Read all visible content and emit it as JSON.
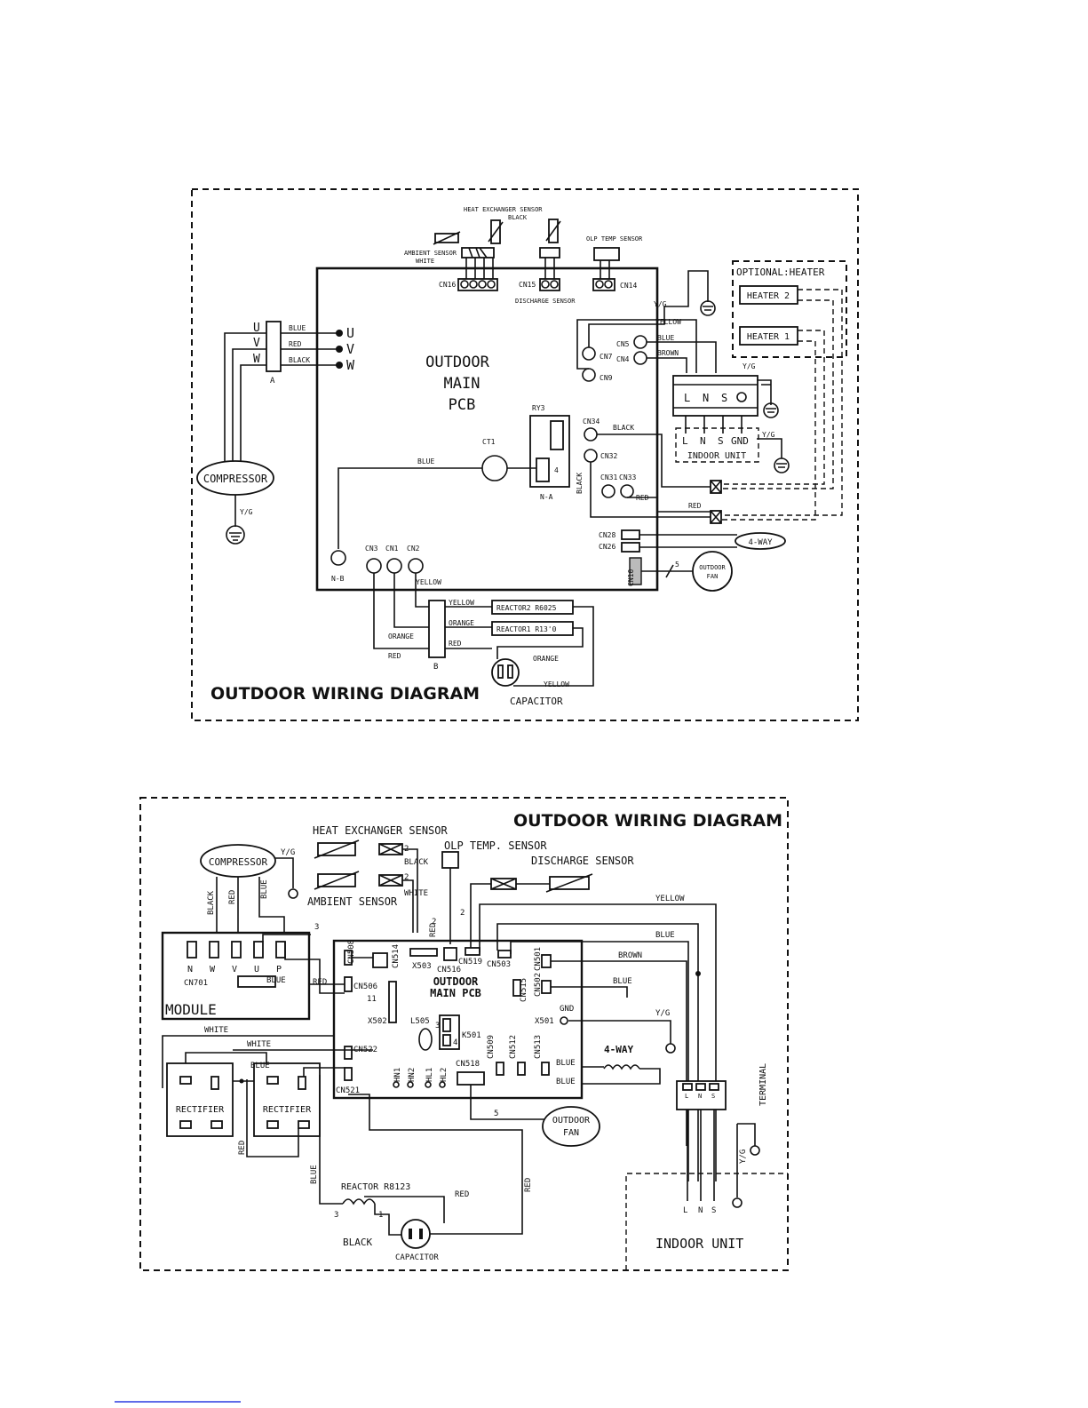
{
  "diagram1": {
    "title": "OUTDOOR WIRING DIAGRAM",
    "pcb": [
      "OUTDOOR",
      "MAIN",
      "PCB"
    ],
    "labels": {
      "hx_sensor": "HEAT EXCHANGER SENSOR",
      "hx_black": "BLACK",
      "ambient": "AMBIENT SENSOR",
      "ambient_white": "WHITE",
      "olp": "OLP TEMP SENSOR",
      "discharge": "DISCHARGE SENSOR",
      "cn16": "CN16",
      "cn15": "CN15",
      "cn14": "CN14",
      "cn7": "CN7",
      "cn9": "CN9",
      "cn5": "CN5",
      "cn4": "CN4",
      "cn34": "CN34",
      "cn32": "CN32",
      "cn31": "CN31",
      "cn33": "CN33",
      "cn28": "CN28",
      "cn26": "CN26",
      "cn10": "CN10",
      "cn3": "CN3",
      "cn1": "CN1",
      "cn2": "CN2",
      "ry3": "RY3",
      "ct1": "CT1",
      "na": "N-A",
      "nb": "N-B",
      "four": "4",
      "u": "U",
      "v": "V",
      "w": "W",
      "blue": "BLUE",
      "red": "RED",
      "black": "BLACK",
      "a": "A",
      "b": "B",
      "compressor": "COMPRESSOR",
      "yg": "Y/G",
      "optional": "OPTIONAL:HEATER",
      "heater2": "HEATER 2",
      "heater1": "HEATER 1",
      "yellow": "YELLOW",
      "brown": "BROWN",
      "term": [
        "L",
        "N",
        "S"
      ],
      "indoor_terms": [
        "L",
        "N",
        "S",
        "GND"
      ],
      "indoor_unit": "INDOOR UNIT",
      "four_way": "4-WAY",
      "outdoor_fan": [
        "OUTDOOR",
        "FAN"
      ],
      "fan_n": "5",
      "orange": "ORANGE",
      "reactor2": "REACTOR2 R6025",
      "reactor1": "REACTOR1 R13'0",
      "capacitor": "CAPACITOR"
    }
  },
  "diagram2": {
    "title": "OUTDOOR WIRING DIAGRAM",
    "pcb": [
      "OUTDOOR",
      "MAIN PCB"
    ],
    "labels": {
      "hx_sensor": "HEAT EXCHANGER SENSOR",
      "olp": "OLP TEMP. SENSOR",
      "discharge": "DISCHARGE SENSOR",
      "ambient": "AMBIENT SENSOR",
      "black": "BLACK",
      "white": "WHITE",
      "red": "RED",
      "blue": "BLUE",
      "yellow": "YELLOW",
      "brown": "BROWN",
      "yg": "Y/G",
      "two": "2",
      "three": "3",
      "eleven": "11",
      "five": "5",
      "compressor": "COMPRESSOR",
      "module": "MODULE",
      "mod_pins": [
        "N",
        "W",
        "V",
        "U",
        "P"
      ],
      "cn701": "CN701",
      "cn508": "CN508",
      "cn514": "CN514",
      "x503": "X503",
      "cn516": "CN516",
      "cn519": "CN519",
      "cn503": "CN503",
      "cn501": "CN501",
      "cn515": "CN515",
      "cn502": "CN502",
      "cn506": "CN506",
      "x502": "X502",
      "l505": "L505",
      "k501": "K501",
      "x501": "X501",
      "gnd": "GND",
      "cn522": "CN522",
      "cn521": "CN521",
      "hn1": "HN1",
      "hn2": "HN2",
      "hl1": "HL1",
      "hl2": "HL2",
      "cn518": "CN518",
      "cn509": "CN509",
      "cn512": "CN512",
      "cn513": "CN513",
      "four_way": "4-WAY",
      "rectifier": "RECTIFIER",
      "outdoor_fan": [
        "OUTDOOR",
        "FAN"
      ],
      "terminal": "TERMINAL",
      "term": [
        "L",
        "N",
        "S"
      ],
      "reactor": "REACTOR R8123",
      "capacitor": "CAPACITOR",
      "indoor_unit": "INDOOR UNIT",
      "num3": "3",
      "num1": "1",
      "num4": "4"
    }
  }
}
